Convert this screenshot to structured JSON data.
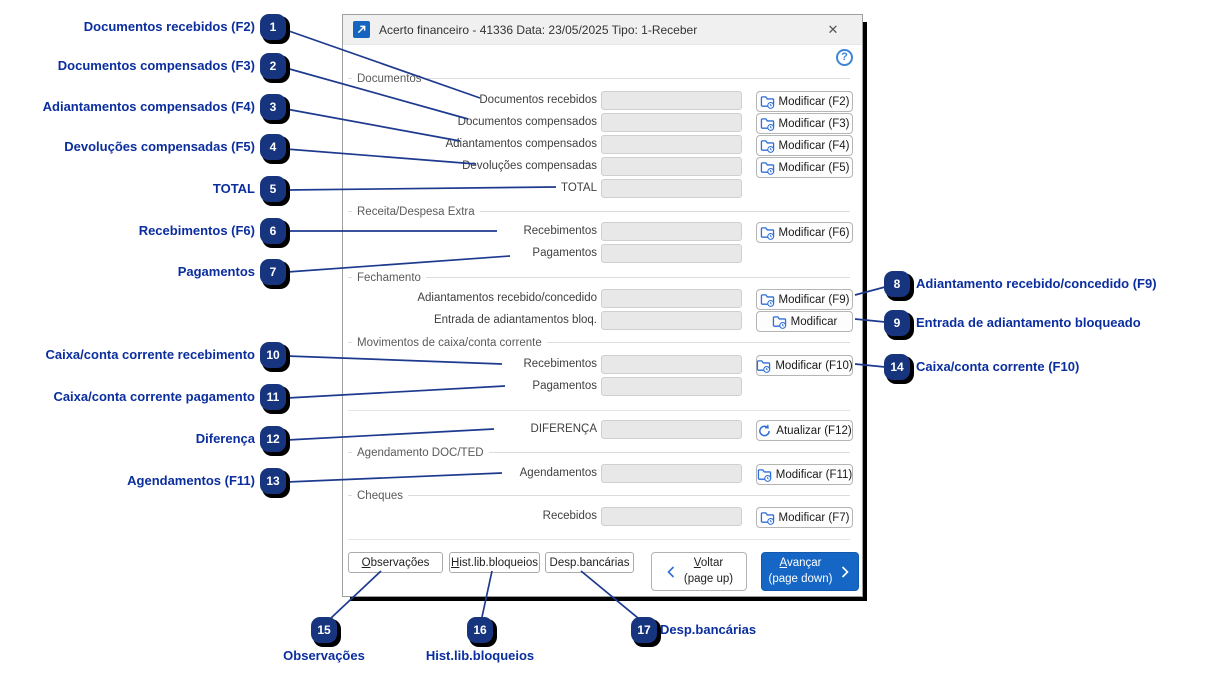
{
  "window": {
    "title": "Acerto financeiro - 41336 Data: 23/05/2025 Tipo: 1-Receber",
    "close_glyph": "✕",
    "help_glyph": "?"
  },
  "colors": {
    "accent_blue": "#1666c5",
    "icon_blue": "#2f6fd6",
    "callout_navy": "#0b2e9e",
    "badge_fill": "#17357e",
    "line_blue": "#1e3a8f",
    "input_gray": "#e8e8e8"
  },
  "sections": [
    {
      "title": "Documentos",
      "rows": [
        {
          "label": "Documentos recebidos",
          "button": "Modificar (F2)"
        },
        {
          "label": "Documentos compensados",
          "button": "Modificar (F3)"
        },
        {
          "label": "Adiantamentos compensados",
          "button": "Modificar (F4)"
        },
        {
          "label": "Devoluções compensadas",
          "button": "Modificar (F5)"
        },
        {
          "label": "TOTAL"
        }
      ]
    },
    {
      "title": "Receita/Despesa Extra",
      "rows": [
        {
          "label": "Recebimentos",
          "button": "Modificar (F6)"
        },
        {
          "label": "Pagamentos"
        }
      ]
    },
    {
      "title": "Fechamento",
      "rows": [
        {
          "label": "Adiantamentos recebido/concedido",
          "button": "Modificar (F9)"
        },
        {
          "label": "Entrada de adiantamentos bloq.",
          "button": "Modificar"
        }
      ]
    },
    {
      "title": "Movimentos de caixa/conta corrente",
      "rows": [
        {
          "label": "Recebimentos",
          "button": "Modificar (F10)"
        },
        {
          "label": "Pagamentos"
        }
      ]
    },
    {
      "title": "",
      "rows": [
        {
          "label": "DIFERENÇA",
          "button": "Atualizar (F12)"
        }
      ]
    },
    {
      "title": "Agendamento DOC/TED",
      "rows": [
        {
          "label": "Agendamentos",
          "button": "Modificar (F11)"
        }
      ]
    },
    {
      "title": "Cheques",
      "rows": [
        {
          "label": "Recebidos",
          "button": "Modificar (F7)"
        }
      ]
    }
  ],
  "footer": {
    "observacoes": {
      "u": "O",
      "rest": "bservações"
    },
    "hist": {
      "u": "H",
      "rest": "ist.lib.bloqueios"
    },
    "desp": "Desp.bancárias",
    "voltar": {
      "u": "V",
      "rest": "oltar",
      "sub": "(page up)"
    },
    "avancar": {
      "u": "A",
      "rest": "vançar",
      "sub": "(page down)"
    }
  },
  "callouts": [
    {
      "n": "1",
      "label": "Documentos recebidos (F2)"
    },
    {
      "n": "2",
      "label": "Documentos compensados (F3)"
    },
    {
      "n": "3",
      "label": "Adiantamentos compensados (F4)"
    },
    {
      "n": "4",
      "label": "Devoluções compensadas (F5)"
    },
    {
      "n": "5",
      "label": "TOTAL"
    },
    {
      "n": "6",
      "label": "Recebimentos (F6)"
    },
    {
      "n": "7",
      "label": "Pagamentos"
    },
    {
      "n": "8",
      "label": "Adiantamento recebido/concedido (F9)"
    },
    {
      "n": "9",
      "label": "Entrada de adiantamento bloqueado"
    },
    {
      "n": "10",
      "label": "Caixa/conta corrente recebimento"
    },
    {
      "n": "11",
      "label": "Caixa/conta corrente pagamento"
    },
    {
      "n": "12",
      "label": "Diferença"
    },
    {
      "n": "13",
      "label": "Agendamentos (F11)"
    },
    {
      "n": "14",
      "label": "Caixa/conta corrente (F10)"
    },
    {
      "n": "15",
      "label": "Observações"
    },
    {
      "n": "16",
      "label": "Hist.lib.bloqueios"
    },
    {
      "n": "17",
      "label": "Desp.bancárias"
    }
  ]
}
